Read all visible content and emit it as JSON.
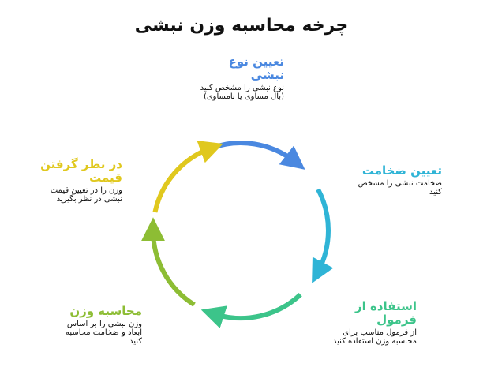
{
  "title": "چرخه محاسبه وزن نبشی",
  "steps": [
    {
      "heading": "تعیین نوع نبشی",
      "description": "نوع نبشی را مشخص کنید (بال مساوی یا نامساوی)",
      "color": "#4a88e0"
    },
    {
      "heading": "تعیین ضخامت",
      "description": "ضخامت نبشی را مشخص کنید",
      "color": "#2fb4d6"
    },
    {
      "heading": "استفاده از فرمول",
      "description": "از فرمول مناسب برای محاسبه وزن استفاده کنید",
      "color": "#3cc48a"
    },
    {
      "heading": "محاسبه وزن",
      "description": "وزن نبشی را بر اساس ابعاد و ضخامت محاسبه کنید",
      "color": "#8dbd34"
    },
    {
      "heading": "در نظر گرفتن قیمت",
      "description": "وزن را در تعیین قیمت نبشی در نظر بگیرید",
      "color": "#e0c81e"
    }
  ],
  "icons": {
    "arrow": "curved-arrow-icon"
  }
}
